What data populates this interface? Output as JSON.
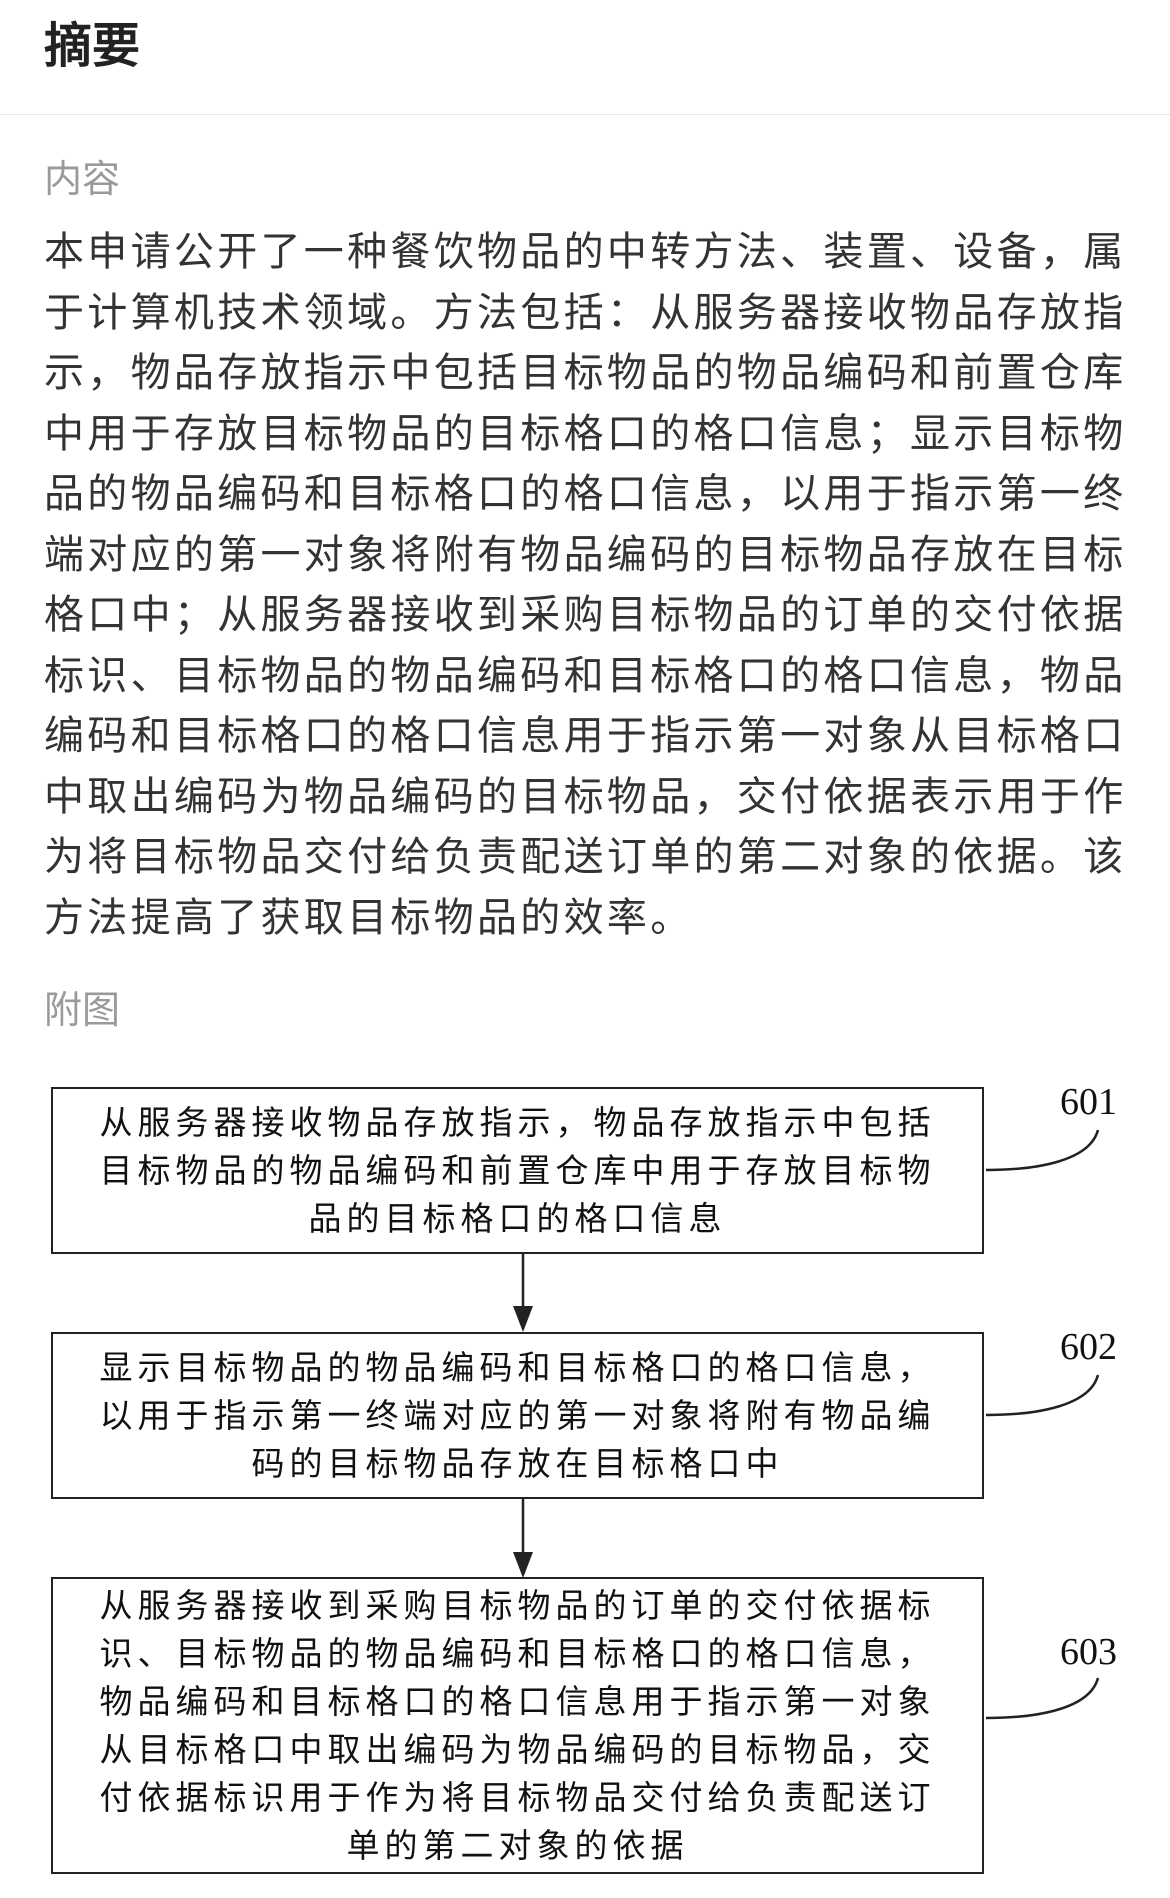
{
  "header": {
    "title": "摘要"
  },
  "content": {
    "label": "内容",
    "lines": [
      "本申请公开了一种餐饮物品的中转方法、装置、设备，属",
      "于计算机技术领域。方法包括：从服务器接收物品存放指",
      "示，物品存放指示中包括目标物品的物品编码和前置仓库",
      "中用于存放目标物品的目标格口的格口信息；显示目标物",
      "品的物品编码和目标格口的格口信息，以用于指示第一终",
      "端对应的第一对象将附有物品编码的目标物品存放在目标",
      "格口中；从服务器接收到采购目标物品的订单的交付依据",
      "标识、目标物品的物品编码和目标格口的格口信息，物品",
      "编码和目标格口的格口信息用于指示第一对象从目标格口",
      "中取出编码为物品编码的目标物品，交付依据表示用于作",
      "为将目标物品交付给负责配送订单的第二对象的依据。该",
      "方法提高了获取目标物品的效率。"
    ]
  },
  "figure": {
    "label": "附图",
    "steps": [
      {
        "number": "601",
        "lines": [
          "从服务器接收物品存放指示，物品存放指示中包括",
          "目标物品的物品编码和前置仓库中用于存放目标物",
          "品的目标格口的格口信息"
        ]
      },
      {
        "number": "602",
        "lines": [
          "显示目标物品的物品编码和目标格口的格口信息，",
          "以用于指示第一终端对应的第一对象将附有物品编",
          "码的目标物品存放在目标格口中"
        ]
      },
      {
        "number": "603",
        "lines": [
          "从服务器接收到采购目标物品的订单的交付依据标",
          "识、目标物品的物品编码和目标格口的格口信息，",
          "物品编码和目标格口的格口信息用于指示第一对象",
          "从目标格口中取出编码为物品编码的目标物品，交",
          "付依据标识用于作为将目标物品交付给负责配送订",
          "单的第二对象的依据"
        ]
      }
    ]
  }
}
